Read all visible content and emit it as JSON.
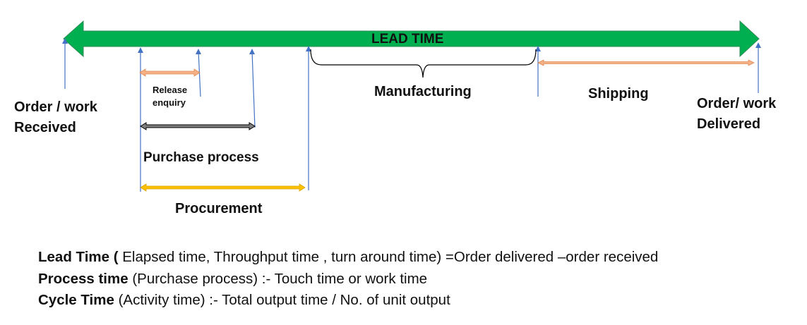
{
  "colors": {
    "lead_time_band": "#00b050",
    "marker_line": "#4472c4",
    "release_enquiry_arrow": "#f4b183",
    "purchase_process_arrow": "#595959",
    "procurement_arrow": "#ffc000",
    "shipping_arrow": "#f4b183",
    "brace": "#000000"
  },
  "lead_time": {
    "label": "LEAD TIME"
  },
  "stages": {
    "order_received": {
      "line1": "Order / work",
      "line2": "Received"
    },
    "release_enquiry": {
      "line1": "Release",
      "line2": "enquiry"
    },
    "purchase_process": {
      "label": "Purchase process"
    },
    "procurement": {
      "label": "Procurement"
    },
    "manufacturing": {
      "label": "Manufacturing"
    },
    "shipping": {
      "label": "Shipping"
    },
    "order_delivered": {
      "line1": "Order/ work",
      "line2": "Delivered"
    }
  },
  "definitions": [
    {
      "term": "Lead Time (",
      "text": " Elapsed time, Throughput time , turn around time) =Order delivered –order received"
    },
    {
      "term": "Process time",
      "text": " (Purchase process) :-  Touch time or work time"
    },
    {
      "term": "Cycle Time",
      "text": " (Activity time) :- Total output time / No. of unit output"
    }
  ]
}
